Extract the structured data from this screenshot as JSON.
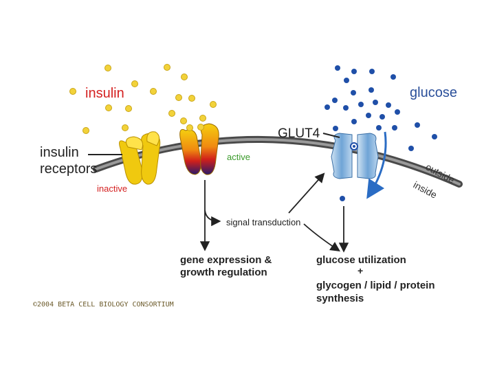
{
  "labels": {
    "insulin": "insulin",
    "glucose": "glucose",
    "glut4": "GLUT4",
    "receptors_line1": "insulin",
    "receptors_line2": "receptors",
    "inactive": "inactive",
    "active": "active",
    "outside": "outside",
    "inside": "inside",
    "signal_transduction": "signal transduction",
    "gene_line1": "gene expression &",
    "gene_line2": "growth regulation",
    "glucose_util": "glucose utilization",
    "plus": "+",
    "glycogen_line1": "glycogen / lipid / protein",
    "glycogen_line2": "synthesis"
  },
  "credit": "©2004 BETA CELL BIOLOGY CONSORTIUM",
  "colors": {
    "insulin_text": "#d42020",
    "insulin_dot": "#f2d23a",
    "glucose_text": "#2a4f9a",
    "glucose_dot": "#1f4fa8",
    "receptor": "#f0c90f",
    "membrane": "#555555",
    "active_text": "#3a9a2a",
    "inactive_text": "#d42020",
    "glut4": "#7fb0dc"
  }
}
